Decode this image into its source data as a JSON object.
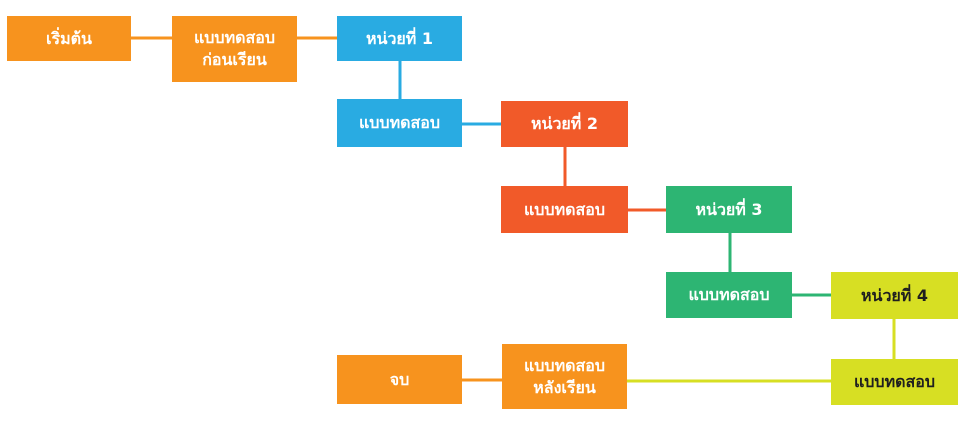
{
  "colors": {
    "orange": "#F7931E",
    "blue": "#29ABE2",
    "red": "#F15A29",
    "green": "#2DB573",
    "lime": "#D7DF23"
  },
  "nodes": {
    "start": {
      "lines": [
        "เริ่มต้น"
      ]
    },
    "pretest": {
      "lines": [
        "แบบทดสอบ",
        "ก่อนเรียน"
      ]
    },
    "unit1": {
      "lines": [
        "หน่วยที่ 1"
      ]
    },
    "unit1_test": {
      "lines": [
        "แบบทดสอบ"
      ]
    },
    "unit2": {
      "lines": [
        "หน่วยที่ 2"
      ]
    },
    "unit2_test": {
      "lines": [
        "แบบทดสอบ"
      ]
    },
    "unit3": {
      "lines": [
        "หน่วยที่ 3"
      ]
    },
    "unit3_test": {
      "lines": [
        "แบบทดสอบ"
      ]
    },
    "unit4": {
      "lines": [
        "หน่วยที่ 4"
      ]
    },
    "unit4_test": {
      "lines": [
        "แบบทดสอบ"
      ]
    },
    "posttest": {
      "lines": [
        "แบบทดสอบ",
        "หลังเรียน"
      ]
    },
    "end": {
      "lines": [
        "จบ"
      ]
    }
  }
}
